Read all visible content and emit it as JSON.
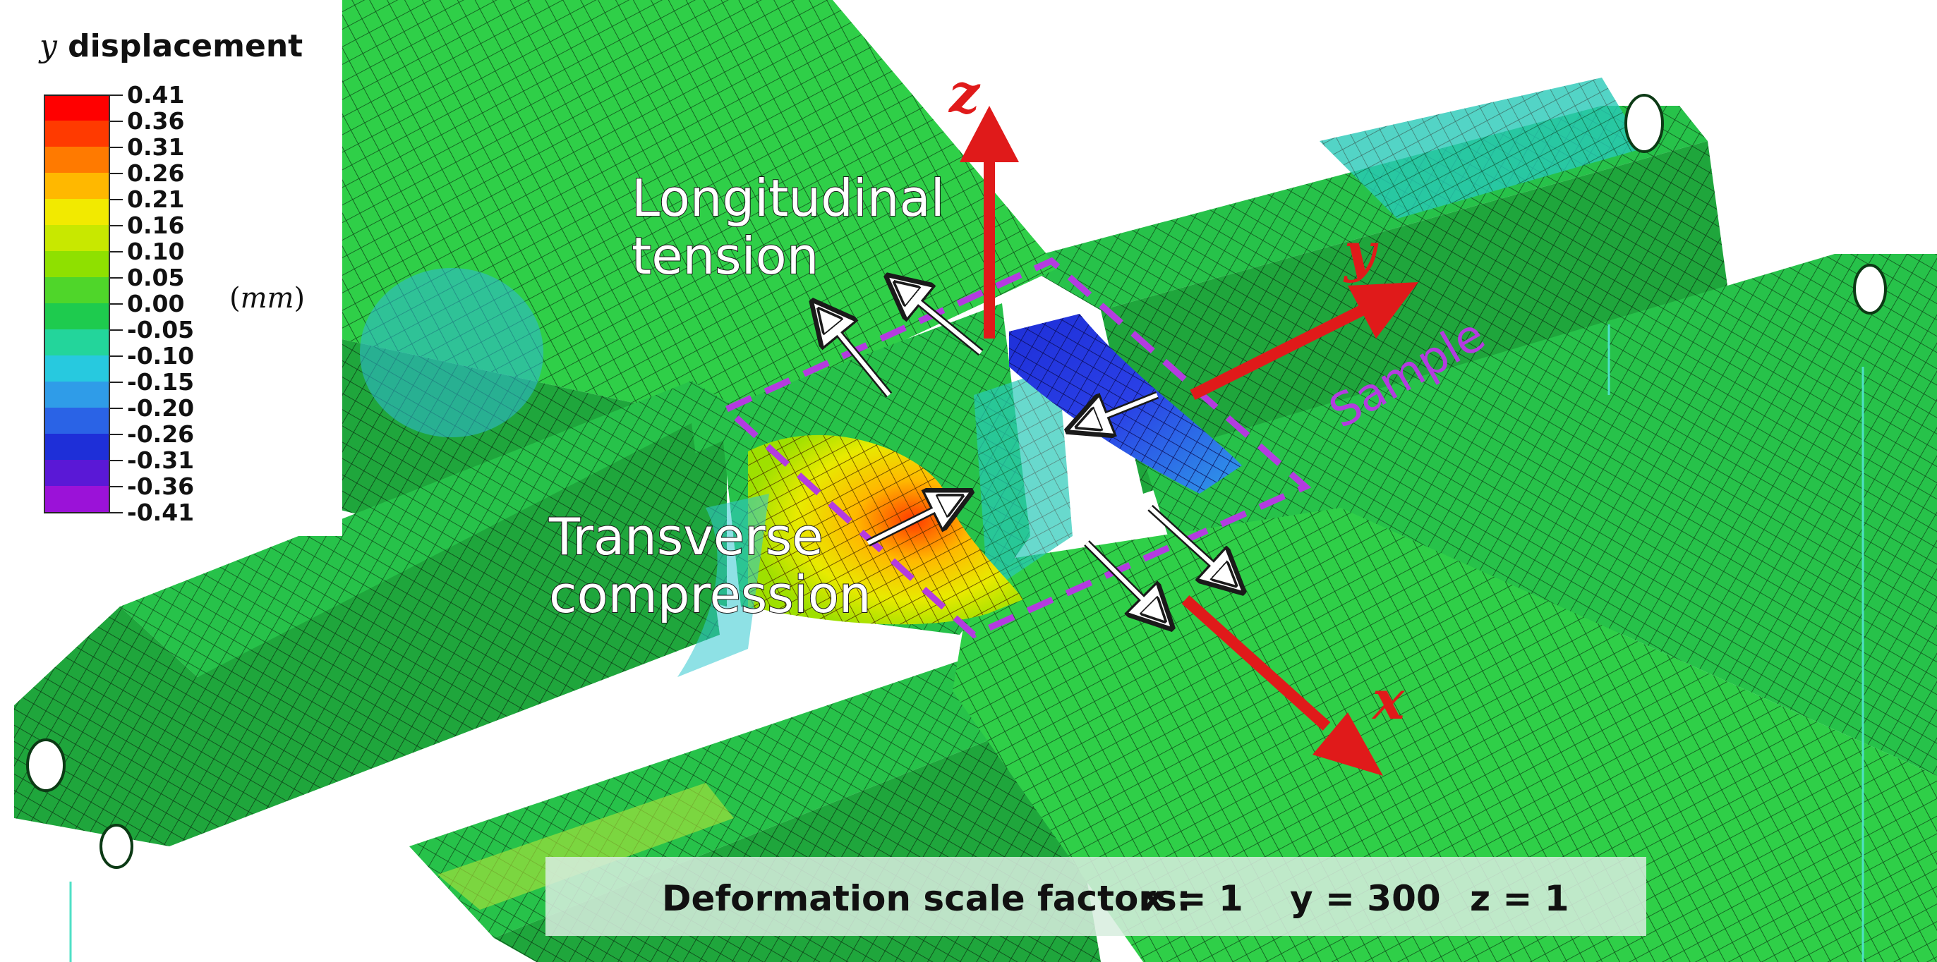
{
  "legend": {
    "title_var": "y",
    "title_text": " displacement",
    "unit": "mm",
    "levels": [
      {
        "label": "0.41",
        "color": "#ff0000"
      },
      {
        "label": "0.36",
        "color": "#ff3a00"
      },
      {
        "label": "0.31",
        "color": "#ff7a00"
      },
      {
        "label": "0.26",
        "color": "#ffb800"
      },
      {
        "label": "0.21",
        "color": "#f2ea00"
      },
      {
        "label": "0.16",
        "color": "#c8e800"
      },
      {
        "label": "0.10",
        "color": "#8fe000"
      },
      {
        "label": "0.05",
        "color": "#4fd62a"
      },
      {
        "label": "0.00",
        "color": "#1ecb4e"
      },
      {
        "label": "-0.05",
        "color": "#23d59b"
      },
      {
        "label": "-0.10",
        "color": "#27c9df"
      },
      {
        "label": "-0.15",
        "color": "#2f9ce8"
      },
      {
        "label": "-0.20",
        "color": "#2a63e6"
      },
      {
        "label": "-0.26",
        "color": "#1e2fd8"
      },
      {
        "label": "-0.31",
        "color": "#5a18d6"
      },
      {
        "label": "-0.36",
        "color": "#9b12d8"
      },
      {
        "label": "-0.41",
        "color": "#e21ef0"
      }
    ]
  },
  "annotations": {
    "longitudinal_line1": "Longitudinal",
    "longitudinal_line2": "tension",
    "transverse_line1": "Transverse",
    "transverse_line2": "compression",
    "sample": "Sample"
  },
  "axes": {
    "z": "z",
    "y": "y",
    "x": "x"
  },
  "scale_factors": {
    "prefix": "Deformation scale factors:",
    "x": "x = 1",
    "y": "y = 300",
    "z": "z = 1"
  },
  "colors": {
    "mesh_green": "#2fcf48",
    "mesh_line": "#0f4a1a",
    "arrow_red": "#e01a1a",
    "sample_box": "#b43be0"
  }
}
